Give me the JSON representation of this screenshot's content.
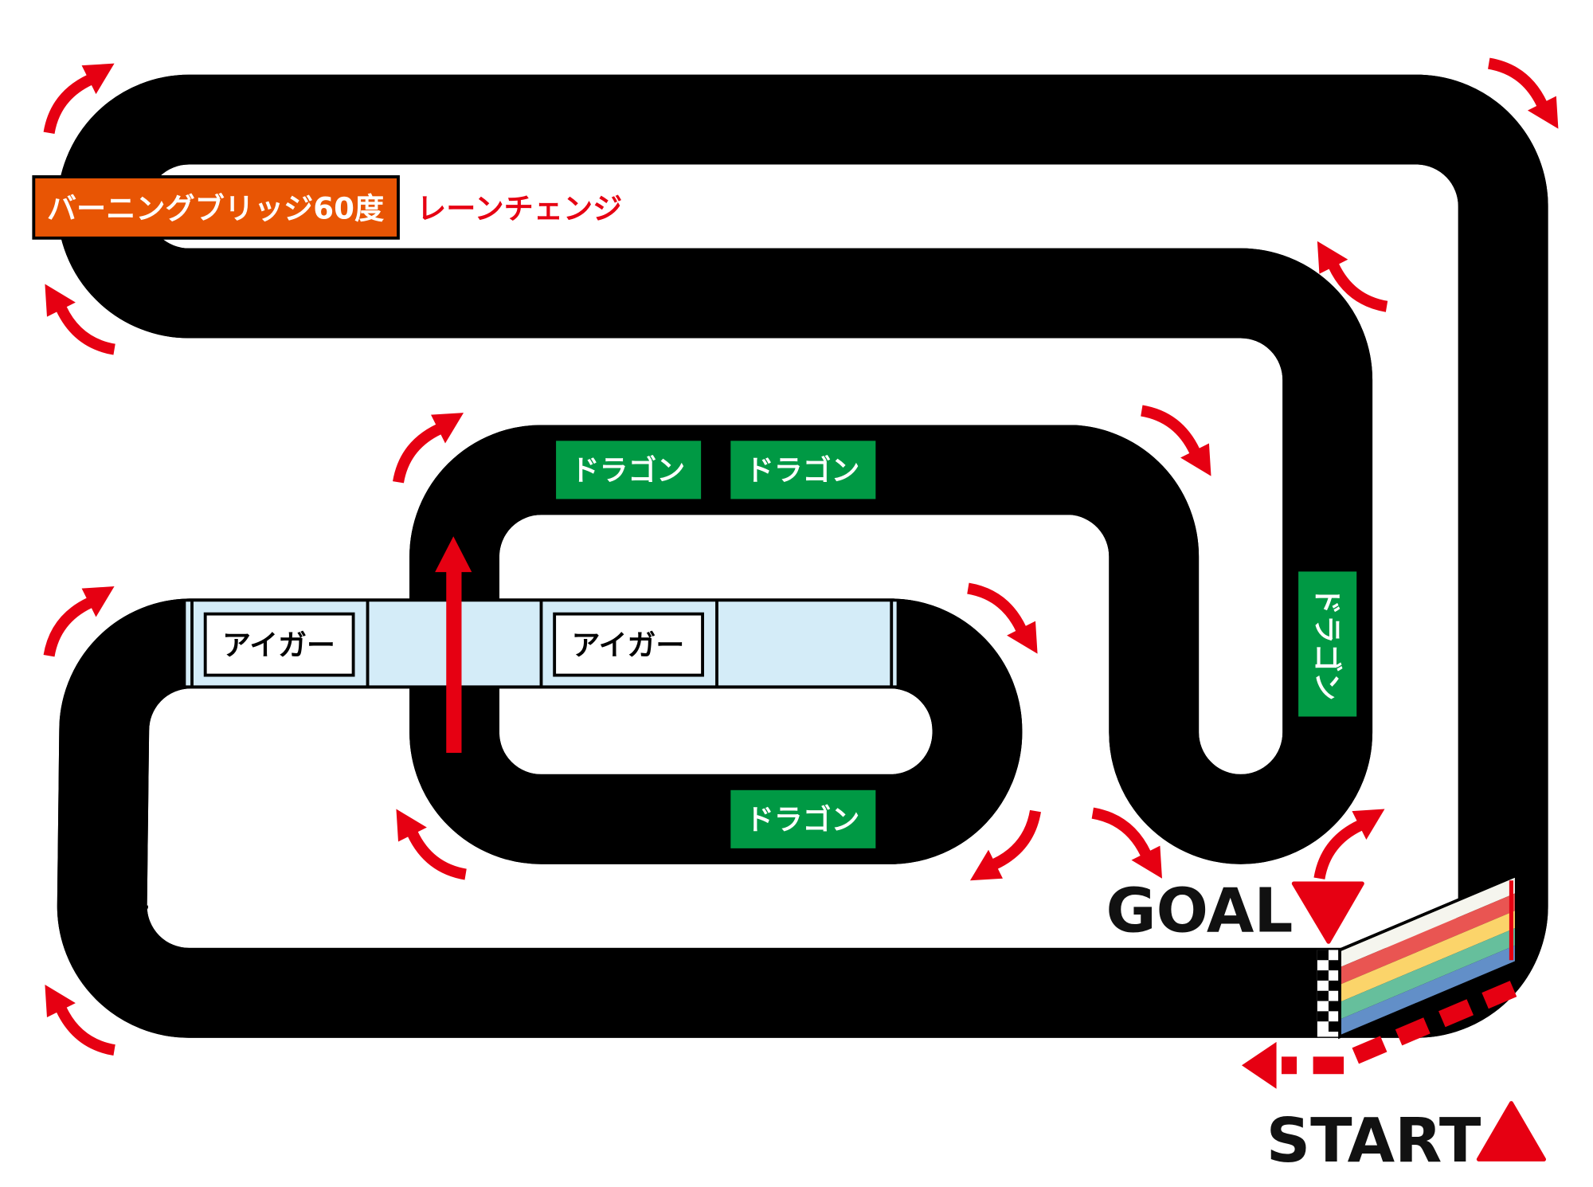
{
  "colors": {
    "track": "#d4ecf8",
    "arrow": "#e60012",
    "green": "#009944",
    "orange": "#e85504"
  },
  "labels": {
    "burning_bridge": "バーニングブリッジ60度",
    "lane_change": "レーンチェンジ",
    "goal": "GOAL",
    "start": "START",
    "dragon_1": "ドラゴン",
    "dragon_2": "ドラゴン",
    "dragon_3": "ドラゴン",
    "dragon_4": "ドラゴン",
    "eiger_1": "アイガー",
    "eiger_2": "アイガー"
  }
}
